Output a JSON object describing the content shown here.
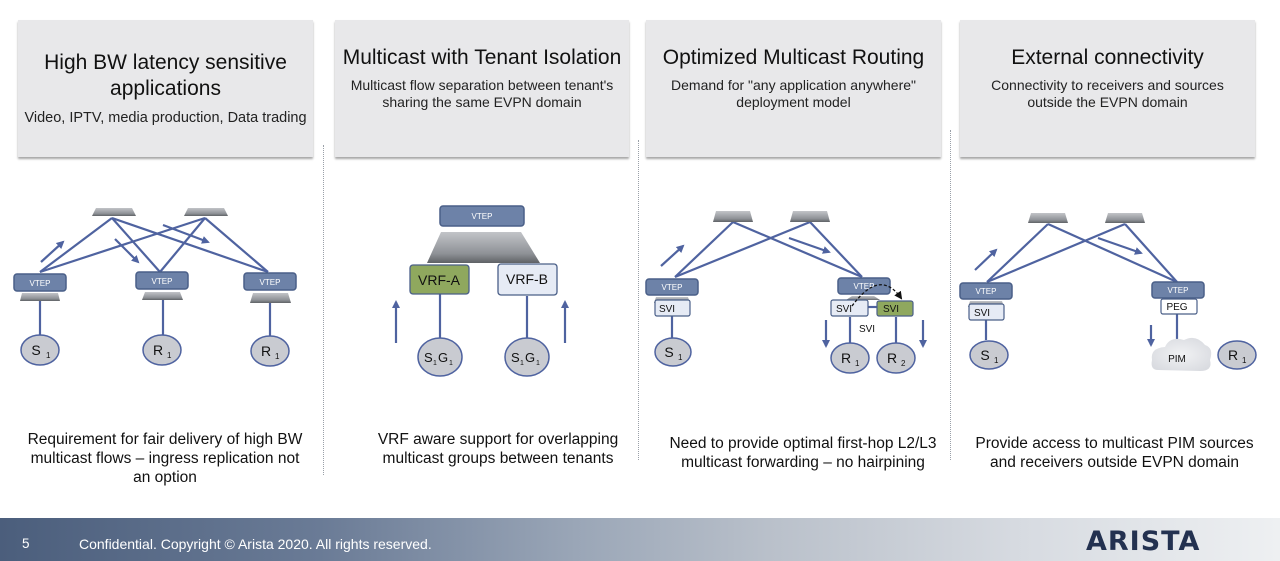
{
  "columns": [
    {
      "title": "High BW latency sensitive applications",
      "title_line1": "High BW latency sensitive",
      "title_line2": "applications",
      "subtitle": "Video, IPTV, media production, Data trading",
      "description_lines": [
        "Requirement for fair delivery of high BW",
        "multicast flows –  ingress replication not",
        "an option"
      ]
    },
    {
      "title": "Multicast with Tenant Isolation",
      "subtitle_lines": [
        "Multicast flow separation between tenant's",
        "sharing the same EVPN domain"
      ],
      "description_lines": [
        "VRF aware support for overlapping",
        "multicast groups between tenants"
      ]
    },
    {
      "title": "Optimized Multicast Routing",
      "subtitle_lines": [
        "Demand for \"any application anywhere\"",
        "deployment model"
      ],
      "description_lines": [
        "Need to provide optimal first-hop L2/L3",
        "multicast forwarding – no hairpining"
      ]
    },
    {
      "title": "External connectivity",
      "subtitle_lines": [
        "Connectivity to receivers and sources",
        "outside the EVPN domain"
      ],
      "description_lines": [
        "Provide access to multicast PIM sources",
        "and receivers outside EVPN domain"
      ]
    }
  ],
  "diagram_labels": {
    "vtep": "VTEP",
    "svi": "SVI",
    "peg": "PEG",
    "pim": "PIM",
    "vrf_a": "VRF-A",
    "vrf_b": "VRF-B",
    "source": "S",
    "receiver": "R",
    "group": "G",
    "sub1": "1",
    "sub2": "2"
  },
  "colors": {
    "vtep_fill": "#6d82a8",
    "vtep_stroke": "#4a5f88",
    "link": "#4f63a0",
    "host_fill": "#c9cbd1",
    "host_stroke": "#4f63a0",
    "vrf_a_fill": "#8fa85e",
    "vrf_b_fill": "#e6ebf5",
    "svi_fill": "#e6ebf5",
    "svi_green_fill": "#8fa85e"
  },
  "footer": {
    "page_number": "5",
    "copyright": "Confidential. Copyright © Arista 2020. All rights reserved.",
    "logo": "ARISTA"
  }
}
